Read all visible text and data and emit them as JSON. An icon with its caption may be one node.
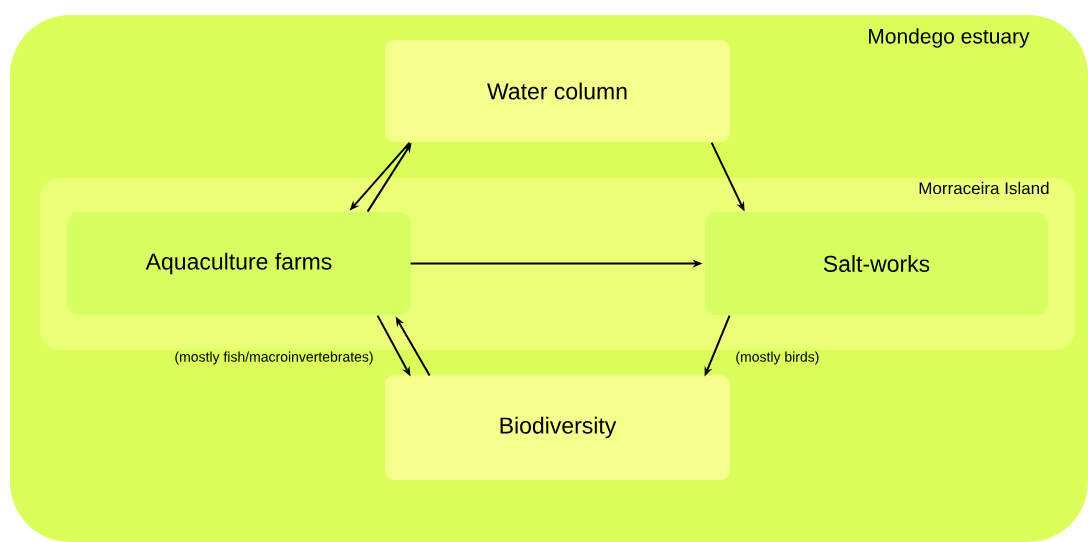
{
  "diagram": {
    "nodes": [
      {
        "text": [
          "Mondego estuary"
        ]
      },
      {
        "text": [
          "Water column"
        ],
        "in": 0
      },
      {
        "text": [
          "Morraceira Island"
        ],
        "in": 0
      },
      {
        "text": [
          "Aquaculture farms"
        ],
        "in": 2
      },
      {
        "text": [
          "Salt-works"
        ],
        "in": 2
      },
      {
        "text": [
          "Biodiversity"
        ],
        "in": 0
      }
    ],
    "edges": [
      {
        "from": 1,
        "to": 3,
        "arrow": "to"
      },
      {
        "from": 3,
        "to": 1,
        "arrow": "to"
      },
      {
        "from": 1,
        "to": 4,
        "arrow": "to"
      },
      {
        "from": 3,
        "to": 4,
        "arrow": "to"
      },
      {
        "from": 3,
        "to": 5,
        "arrow": "to",
        "label": "(mostly fish/macroinvertebrates)"
      },
      {
        "from": 5,
        "to": 3,
        "arrow": "to"
      },
      {
        "from": 4,
        "to": 5,
        "arrow": "to",
        "label": "(mostly birds)"
      }
    ]
  }
}
